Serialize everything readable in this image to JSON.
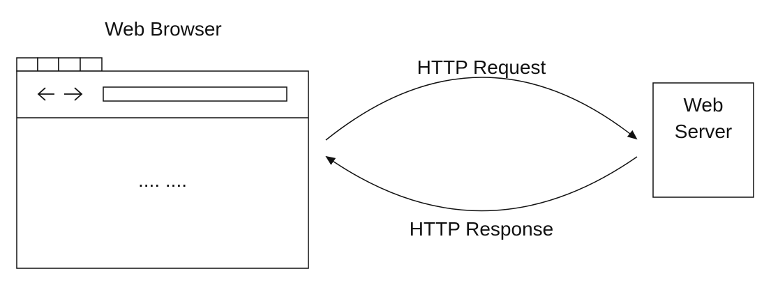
{
  "diagram": {
    "browser_title": "Web Browser",
    "browser_content": ".... ....",
    "request_label": "HTTP Request",
    "response_label": "HTTP Response",
    "server_line1": "Web",
    "server_line2": "Server"
  },
  "icons": {
    "back": "back-arrow-icon",
    "forward": "forward-arrow-icon"
  },
  "colors": {
    "line": "#111111",
    "background": "#ffffff"
  }
}
